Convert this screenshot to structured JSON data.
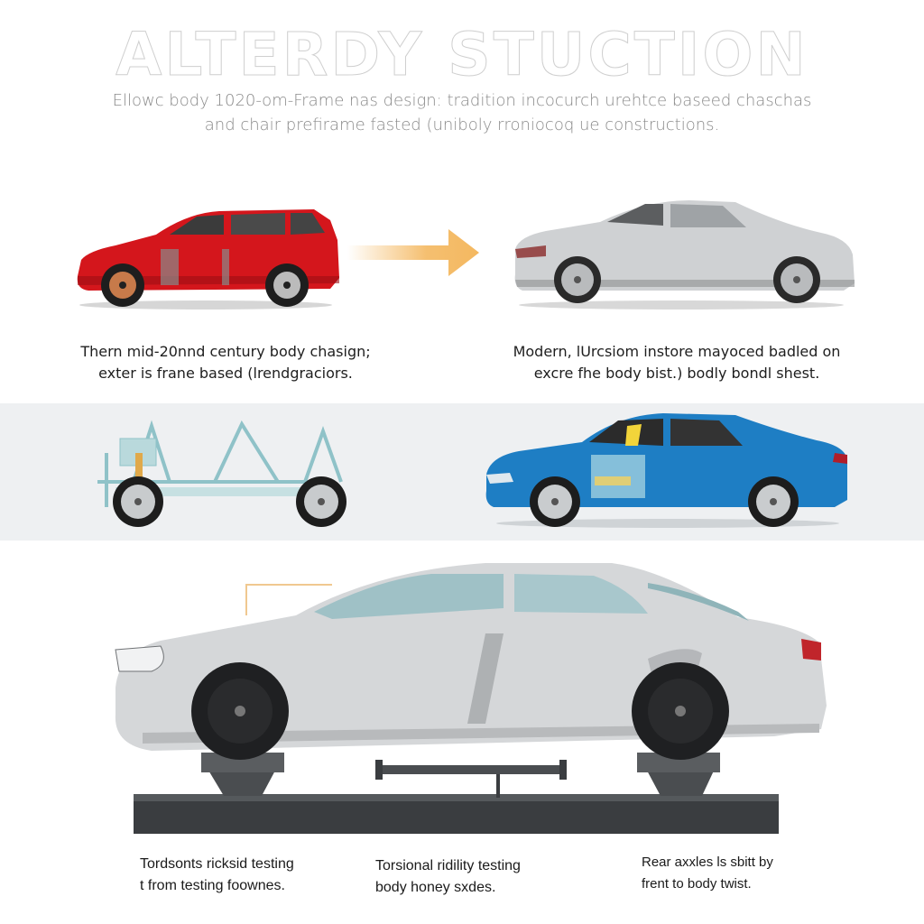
{
  "header": {
    "title": "ALTERDY STUCTION",
    "subtitle_line1": "Ellowc body 1020-om-Frame nas design: tradition incocurch urehtce baseed chaschas",
    "subtitle_line2": "and chair prefirame fasted (uniboly rroniocoq ue constructions."
  },
  "row1": {
    "left_caption_line1": "Thern mid-20nnd century body chasign;",
    "left_caption_line2": "exter is frane based (lrendgraciors.",
    "right_caption_line1": "Modern, lUrcsiom instore mayoced badled on",
    "right_caption_line2": "excre fhe body bist.) bodly bondl shest.",
    "left_figure": "red-suv-frame-based",
    "arrow": "orange-right-arrow",
    "right_figure": "silver-sedan-unibody"
  },
  "row2": {
    "left_figure": "ladder-frame-chassis",
    "right_figure": "blue-sedan-cutaway"
  },
  "row3": {
    "figure": "silver-sedan-on-torsion-test-rig",
    "captions": [
      {
        "line1": "Tordsonts ricksid testing",
        "line2": "t from testing foownes."
      },
      {
        "line1": "Torsional ridility testing",
        "line2": "body honey sxdes."
      },
      {
        "line1": "Rear axxles ls sbitt by",
        "line2": "frent to body twist."
      }
    ]
  },
  "colors": {
    "accent_arrow": "#f4b860",
    "red_car": "#d4161c",
    "blue_car": "#1e7ec4",
    "silver_car": "#c9cbcd",
    "band_bg": "#eef0f2",
    "rig_dark": "#3a3d40"
  }
}
